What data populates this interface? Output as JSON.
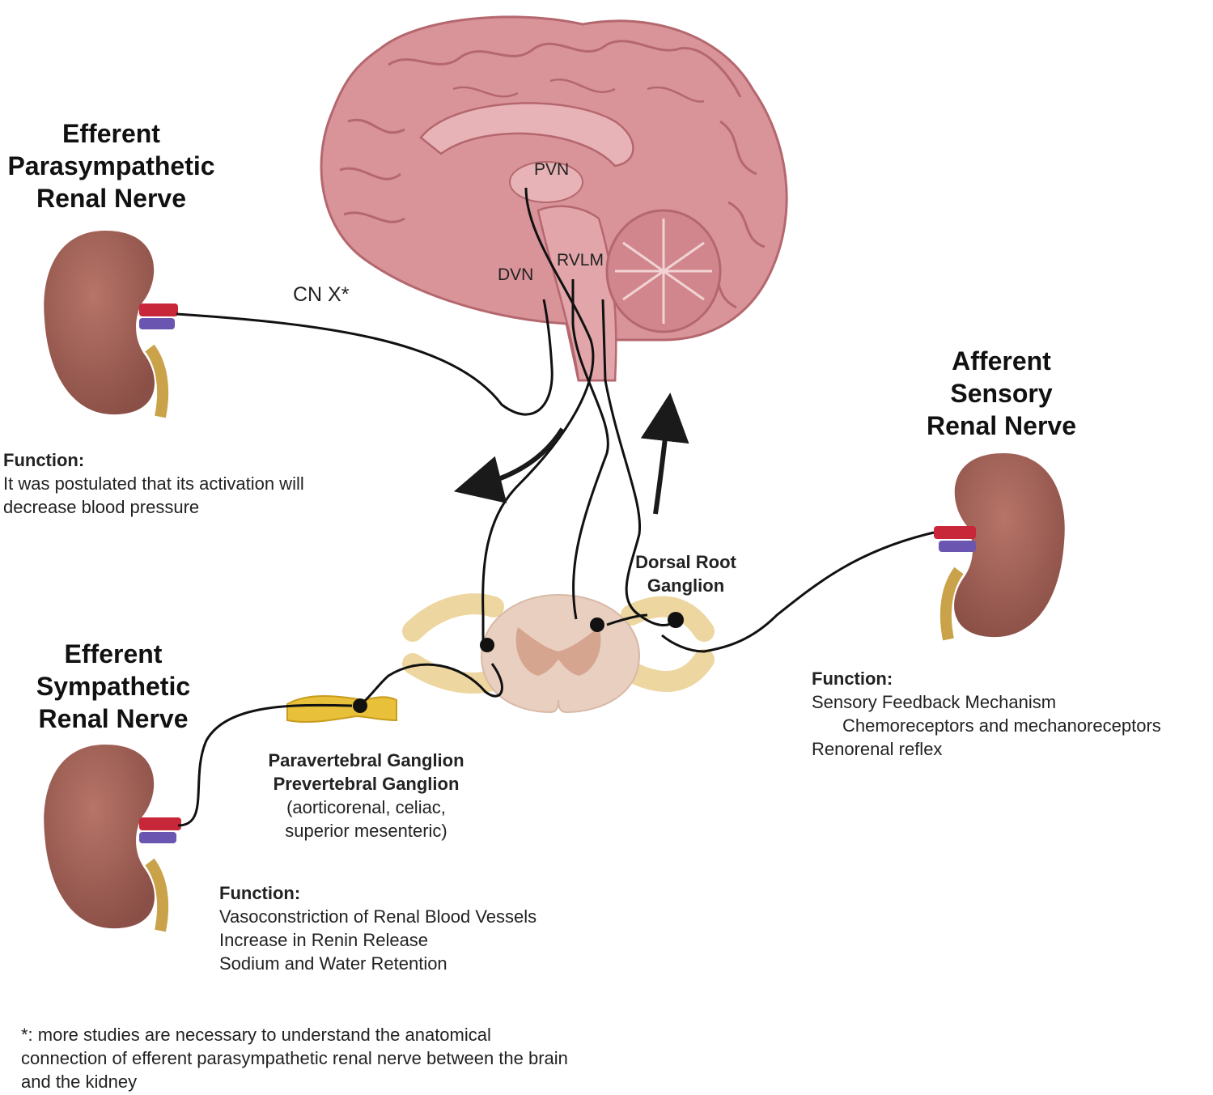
{
  "titles": {
    "parasympathetic": [
      "Efferent",
      "Parasympathetic",
      "Renal Nerve"
    ],
    "sympathetic": [
      "Efferent",
      "Sympathetic",
      "Renal Nerve"
    ],
    "afferent": [
      "Afferent",
      "Sensory",
      "Renal Nerve"
    ]
  },
  "brain_labels": {
    "pvn": "PVN",
    "dvn": "DVN",
    "rvlm": "RVLM",
    "cn_x": "CN X*"
  },
  "ganglion": {
    "drg": [
      "Dorsal Root",
      "Ganglion"
    ],
    "para_pre": [
      "Paravertebral Ganglion",
      "Prevertebral Ganglion"
    ],
    "examples": [
      "(aorticorenal, celiac,",
      "superior mesenteric)"
    ]
  },
  "functions": {
    "parasympathetic": {
      "heading": "Function:",
      "lines": [
        "It was postulated that its activation will",
        "decrease blood pressure"
      ]
    },
    "sympathetic": {
      "heading": "Function:",
      "lines": [
        "Vasoconstriction of Renal Blood Vessels",
        "Increase in Renin Release",
        "Sodium and Water Retention"
      ]
    },
    "afferent": {
      "heading": "Function:",
      "lines": [
        "Sensory Feedback Mechanism",
        "Chemoreceptors and mechanoreceptors",
        "Renorenal reflex"
      ]
    }
  },
  "footnote": [
    "*: more studies are necessary to understand the anatomical",
    "connection of efferent parasympathetic renal nerve between the brain",
    "and the kidney"
  ],
  "colors": {
    "brain": "#d9949a",
    "brain_dark": "#b5676e",
    "kidney": "#9c5e54",
    "artery": "#c8273a",
    "vein": "#6a55b0",
    "ureter": "#c9a24a",
    "spinal_cord": "#e9cfc0",
    "ganglion": "#e8c03a",
    "nerve": "#111111"
  }
}
